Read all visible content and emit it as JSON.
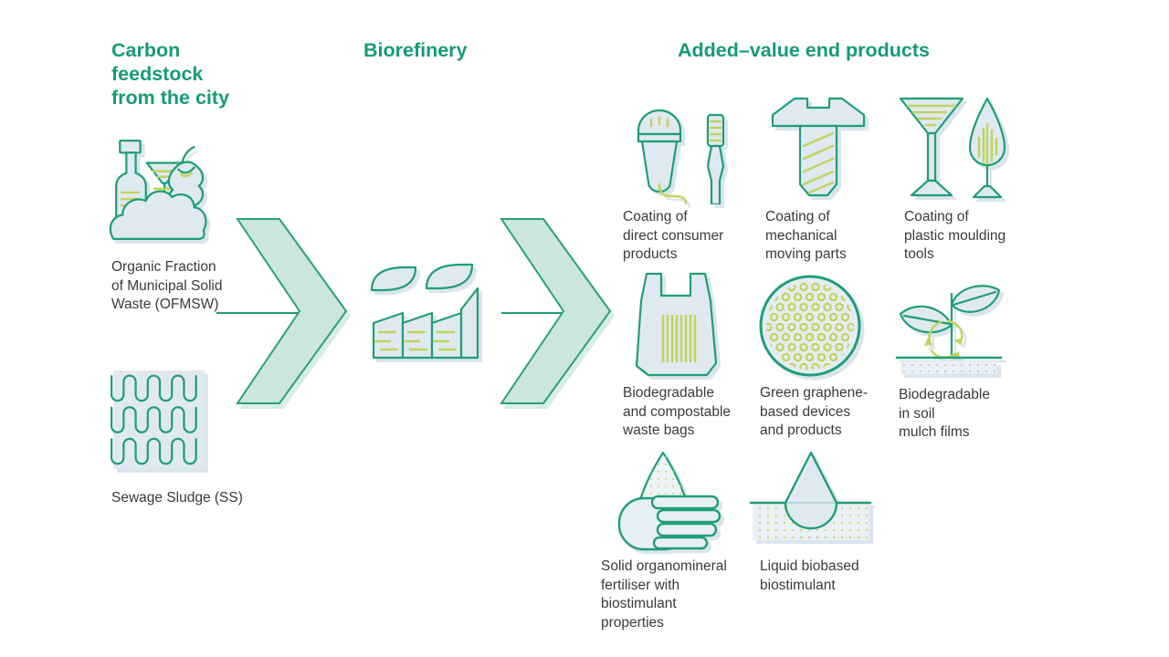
{
  "headers": {
    "feedstock": "Carbon\nfeedstock\nfrom the city",
    "biorefinery": "Biorefinery",
    "products": "Added–value end products"
  },
  "feedstock_items": [
    {
      "label": "Organic Fraction\nof Municipal Solid\nWaste (OFMSW)",
      "icon": "organic-waste-icon"
    },
    {
      "label": "Sewage Sludge (SS)",
      "icon": "sewage-sludge-icon"
    }
  ],
  "process": {
    "label": "Biorefinery",
    "icon": "biorefinery-factory-icon"
  },
  "product_items": [
    {
      "label": "Coating of\ndirect consumer\nproducts",
      "icon": "microphone-toothbrush-icon"
    },
    {
      "label": "Coating of\nmechanical\nmoving parts",
      "icon": "screw-icon"
    },
    {
      "label": "Coating of\nplastic moulding\ntools",
      "icon": "moulded-glasses-icon"
    },
    {
      "label": "Biodegradable\nand compostable\nwaste bags",
      "icon": "waste-bag-icon"
    },
    {
      "label": "Green graphene-\nbased devices\nand products",
      "icon": "graphene-disc-icon"
    },
    {
      "label": "Biodegradable\nin soil\nmulch films",
      "icon": "plant-soil-recycle-icon"
    },
    {
      "label": "Solid organomineral\nfertiliser with\nbiostimulant\nproperties",
      "icon": "hand-fertiliser-icon"
    },
    {
      "label": "Liquid biobased\nbiostimulant",
      "icon": "droplet-soil-icon"
    }
  ],
  "colors": {
    "accent_green": "#169b76",
    "stroke_green": "#1f9e78",
    "arrow_fill": "#cbe6da",
    "icon_fill_blue": "#e0e9f1",
    "line_yellow_green": "#c2d45c",
    "text_dark": "#3a3a39"
  }
}
